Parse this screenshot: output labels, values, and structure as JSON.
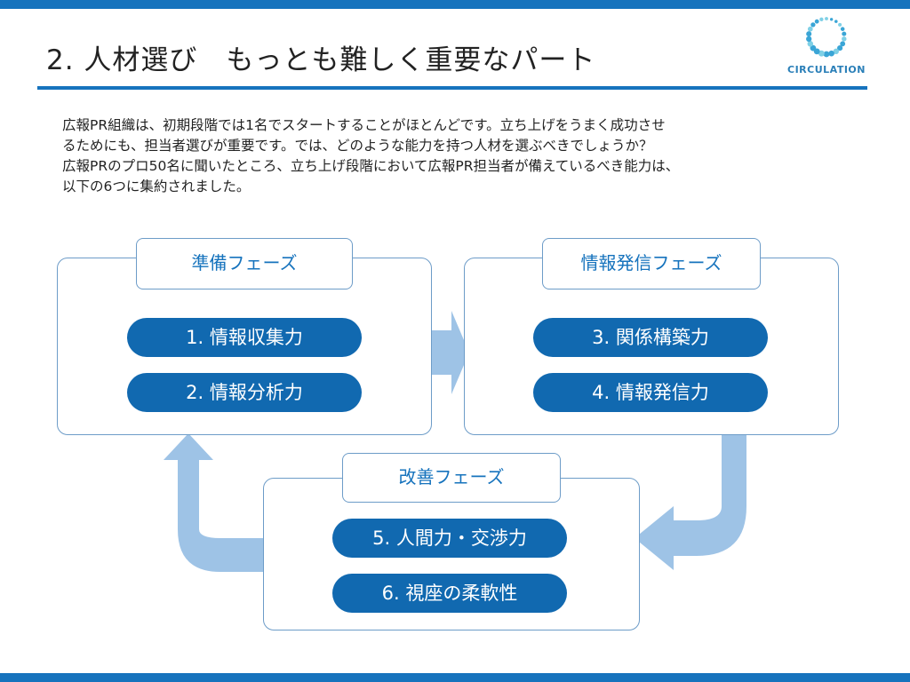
{
  "title": "2. 人材選び　もっとも難しく重要なパート",
  "logo": {
    "text": "CIRCULATION",
    "icon": "dotted-circle-logo-icon"
  },
  "intro": [
    "広報PR組織は、初期段階では1名でスタートすることがほとんどです。立ち上げをうまく成功させ",
    "るためにも、担当者選びが重要です。では、どのような能力を持つ人材を選ぶべきでしょうか？",
    "広報PRのプロ50名に聞いたところ、立ち上げ段階において広報PR担当者が備えているべき能力は、",
    "以下の6つに集約されました。"
  ],
  "phases": [
    {
      "label": "準備フェーズ",
      "items": [
        "1. 情報収集力",
        "2. 情報分析力"
      ]
    },
    {
      "label": "情報発信フェーズ",
      "items": [
        "3. 関係構築力",
        "4. 情報発信力"
      ]
    },
    {
      "label": "改善フェーズ",
      "items": [
        "5. 人間力・交渉力",
        "6. 視座の柔軟性"
      ]
    }
  ],
  "colors": {
    "accent": "#1673bd",
    "pill": "#1169b0",
    "arrow": "#9ec3e6",
    "border": "#6d9cc8"
  }
}
